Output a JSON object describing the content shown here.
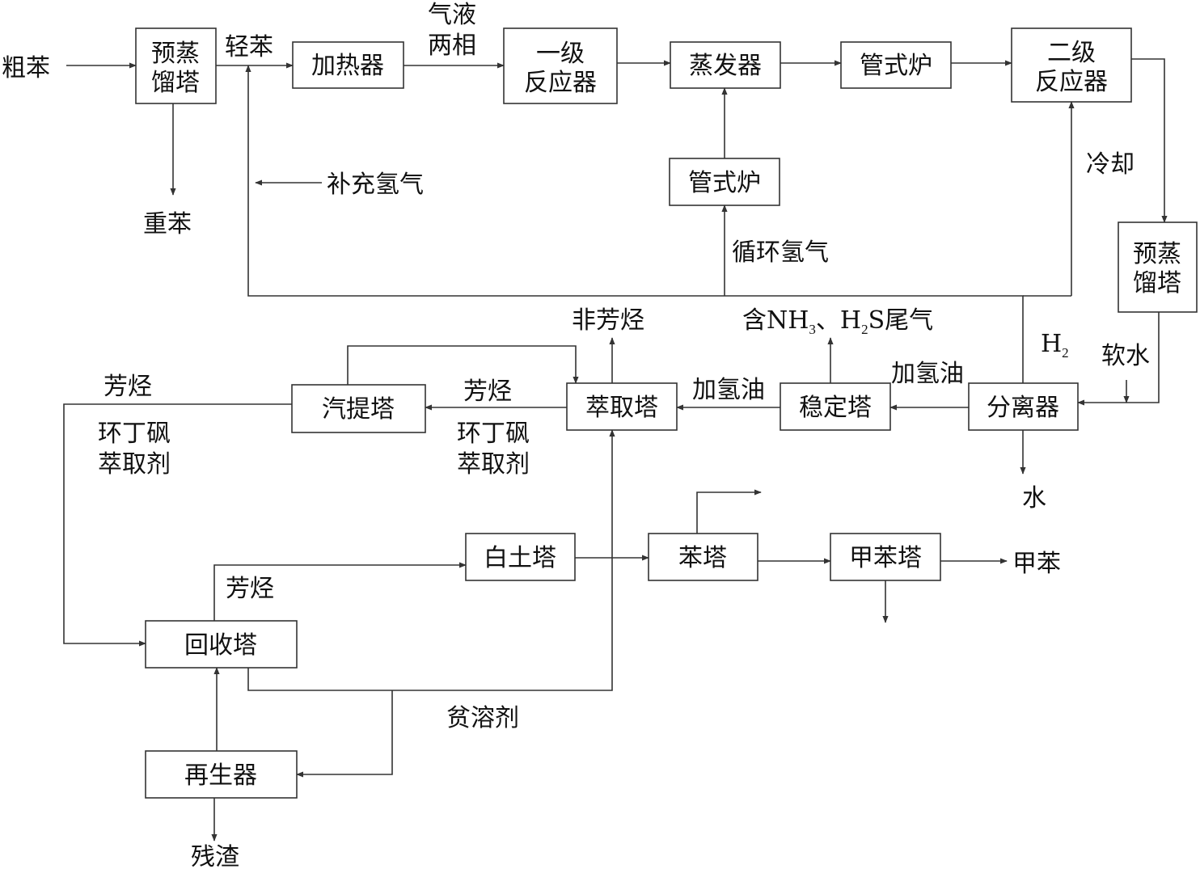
{
  "nodes": {
    "pre_column_1": [
      "预蒸",
      "馏塔"
    ],
    "heater": "加热器",
    "reactor_1": [
      "一级",
      "反应器"
    ],
    "evaporator": "蒸发器",
    "tube_furnace_top": "管式炉",
    "reactor_2": [
      "二级",
      "反应器"
    ],
    "tube_furnace_mid": "管式炉",
    "pre_column_2": [
      "预蒸",
      "馏塔"
    ],
    "stripper": "汽提塔",
    "extraction_column": "萃取塔",
    "stabilizer": "稳定塔",
    "separator": "分离器",
    "clay_tower": "白土塔",
    "benzene_tower": "苯塔",
    "toluene_tower": "甲苯塔",
    "recovery_tower": "回收塔",
    "regenerator": "再生器"
  },
  "labels": {
    "crude_benzene": "粗苯",
    "light_benzene": "轻苯",
    "gas_liquid": [
      "气液",
      "两相"
    ],
    "heavy_benzene": "重苯",
    "makeup_hydrogen": "补充氢气",
    "cooling": "冷却",
    "recycle_hydrogen": "循环氢气",
    "non_aromatics": "非芳烃",
    "tail_gas": {
      "prefix": "含NH",
      "sub1": "3",
      "mid": "、H",
      "sub2": "2",
      "suffix": "S尾气"
    },
    "h2": {
      "main": "H",
      "sub": "2"
    },
    "soft_water": "软水",
    "hydro_oil_1": "加氢油",
    "hydro_oil_2": "加氢油",
    "aromatics_1": "芳烃",
    "aromatics_2": "芳烃",
    "aromatics_3": "芳烃",
    "sulfolane_1": [
      "环丁砜",
      "萃取剂"
    ],
    "sulfolane_2": [
      "环丁砜",
      "萃取剂"
    ],
    "water": "水",
    "toluene": "甲苯",
    "lean_solvent": "贫溶剂",
    "residue": "残渣"
  }
}
